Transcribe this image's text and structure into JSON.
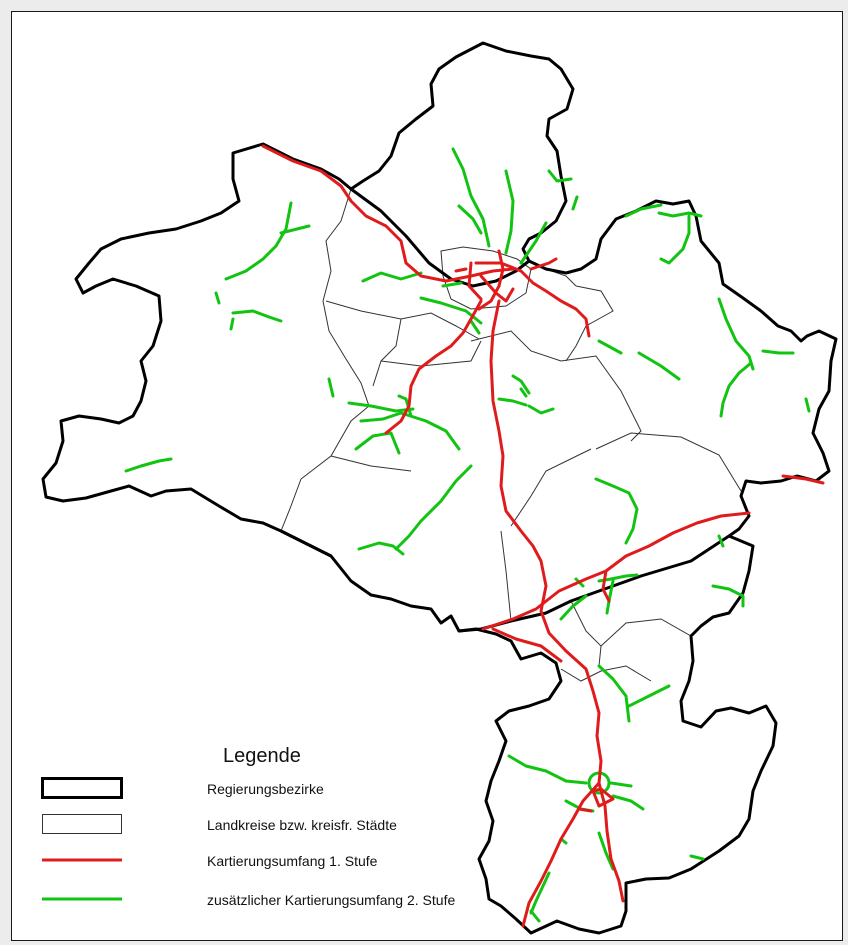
{
  "legend": {
    "title": "Legende",
    "items": [
      {
        "key": "regierungsbezirke",
        "label": "Regierungsbezirke",
        "symbol": "thick-outline",
        "color": "#000000"
      },
      {
        "key": "landkreise",
        "label": "Landkreise bzw. kreisfr. Städte",
        "symbol": "thin-outline",
        "color": "#333333"
      },
      {
        "key": "stufe1",
        "label": "Kartierungsumfang 1. Stufe",
        "symbol": "line",
        "color": "#e01b1b"
      },
      {
        "key": "stufe2",
        "label": "zusätzlicher Kartierungsumfang 2. Stufe",
        "symbol": "line",
        "color": "#12c412"
      }
    ]
  },
  "colors": {
    "background": "#ececec",
    "panel": "#ffffff",
    "stufe1": "#e01b1b",
    "stufe2": "#12c412",
    "border": "#000000"
  }
}
